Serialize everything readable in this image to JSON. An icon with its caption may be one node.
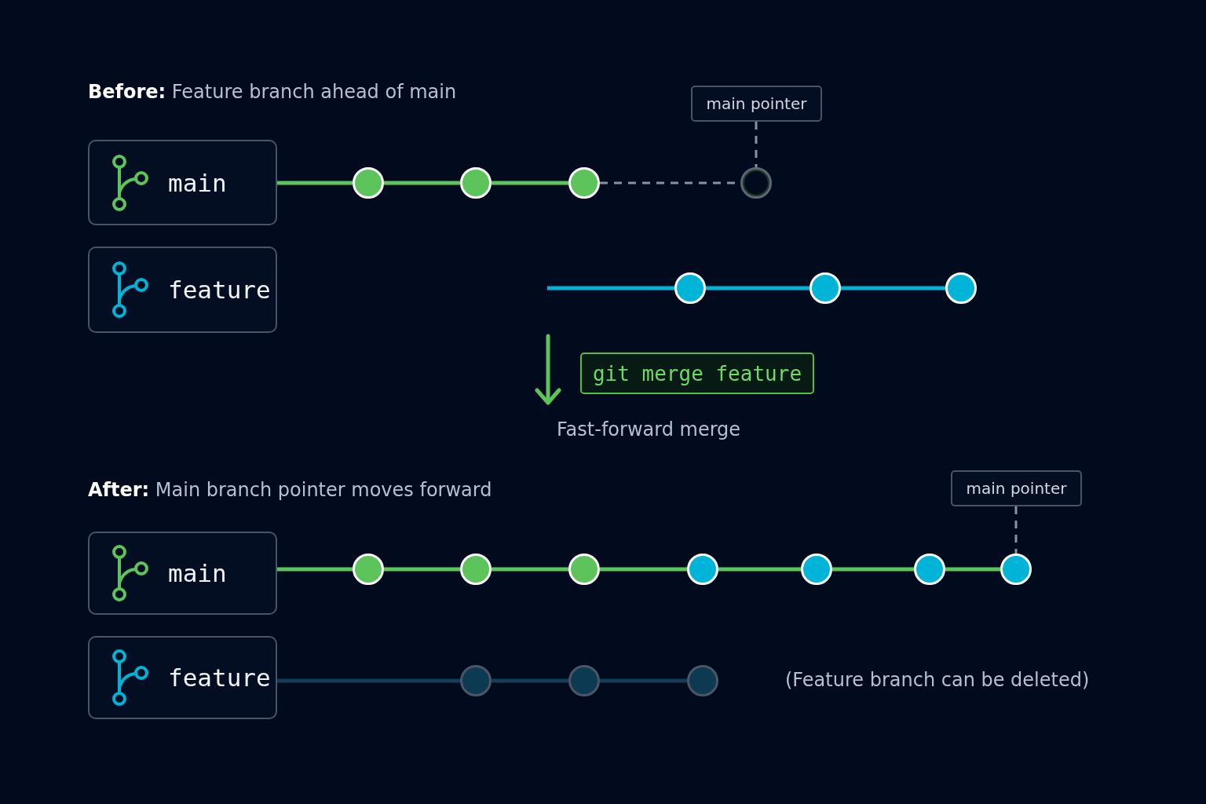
{
  "diagram": {
    "nodes": [
      {
        "text": [
          "main"
        ]
      },
      {
        "text": [
          "feature"
        ]
      },
      {
        "text": [
          "main pointer"
        ]
      },
      {
        "text": [],
        "shape": "circle"
      },
      {
        "text": [],
        "shape": "circle"
      },
      {
        "text": [],
        "shape": "circle"
      },
      {
        "text": [],
        "shape": "circle"
      },
      {
        "text": [],
        "shape": "circle"
      },
      {
        "text": [],
        "shape": "circle"
      },
      {
        "text": [],
        "shape": "circle"
      },
      {
        "text": [
          "git merge feature"
        ]
      },
      {
        "text": [
          "main"
        ]
      },
      {
        "text": [
          "feature"
        ]
      },
      {
        "text": [
          "main pointer"
        ]
      },
      {
        "text": [],
        "shape": "circle"
      },
      {
        "text": [],
        "shape": "circle"
      },
      {
        "text": [],
        "shape": "circle"
      },
      {
        "text": [],
        "shape": "circle"
      },
      {
        "text": [],
        "shape": "circle"
      },
      {
        "text": [],
        "shape": "circle"
      },
      {
        "text": [],
        "shape": "circle"
      },
      {
        "text": [],
        "shape": "circle"
      },
      {
        "text": [],
        "shape": "circle"
      },
      {
        "text": [],
        "shape": "circle"
      }
    ],
    "edges": [
      {
        "from": 0,
        "to": 3,
        "arrow": "none"
      },
      {
        "from": 3,
        "to": 4,
        "arrow": "none"
      },
      {
        "from": 4,
        "to": 5,
        "arrow": "none"
      },
      {
        "from": 5,
        "to": 6,
        "arrow": "none",
        "style": "dashed",
        "color": "#8891a5"
      },
      {
        "from": 2,
        "to": 6,
        "arrow": "none",
        "style": "dashed",
        "color": "#8891a5"
      },
      {
        "from": null,
        "to": 7,
        "arrow": "none",
        "color": "#00b4d8"
      },
      {
        "from": 7,
        "to": 8,
        "arrow": "none",
        "color": "#00b4d8"
      },
      {
        "from": 8,
        "to": 9,
        "arrow": "none",
        "color": "#00b4d8"
      },
      {
        "from": 11,
        "to": 14,
        "arrow": "none"
      },
      {
        "from": 14,
        "to": 15,
        "arrow": "none"
      },
      {
        "from": 15,
        "to": 16,
        "arrow": "none"
      },
      {
        "from": 16,
        "to": 17,
        "arrow": "none"
      },
      {
        "from": 17,
        "to": 18,
        "arrow": "none"
      },
      {
        "from": 18,
        "to": 19,
        "arrow": "none"
      },
      {
        "from": 19,
        "to": 20,
        "arrow": "none"
      },
      {
        "from": 13,
        "to": 20,
        "arrow": "none",
        "style": "dashed",
        "color": "#8891a5"
      },
      {
        "from": 12,
        "to": 21,
        "arrow": "none",
        "color": "#123f58"
      },
      {
        "from": 21,
        "to": 22,
        "arrow": "none",
        "color": "#123f58"
      },
      {
        "from": 22,
        "to": 23,
        "arrow": "none",
        "color": "#123f58"
      }
    ],
    "labels": [
      "**Before:** Feature branch ahead of main",
      "Fast-forward merge",
      "**After:** Main branch pointer moves forward",
      "(Feature branch can be deleted)"
    ]
  }
}
